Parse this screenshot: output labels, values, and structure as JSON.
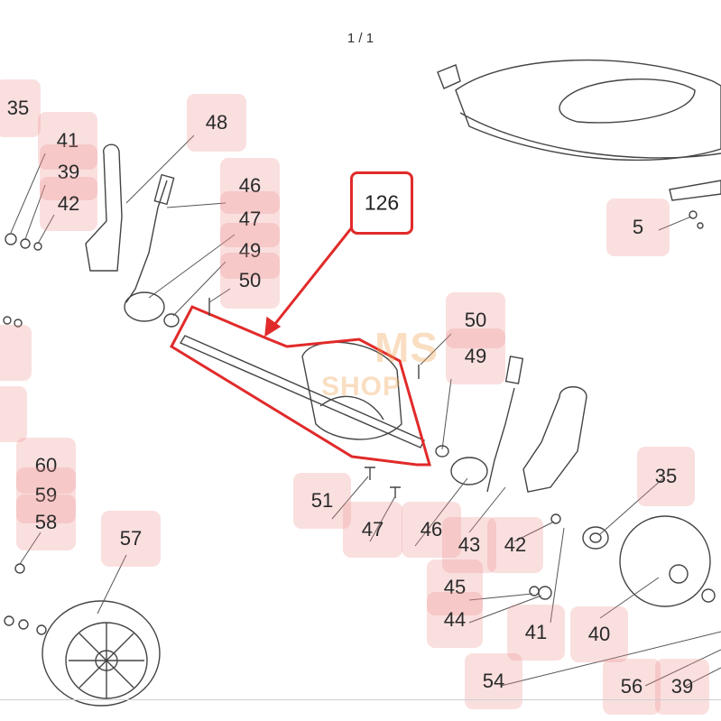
{
  "page_counter": "1 / 1",
  "watermark": "MS SHOP",
  "highlighted_part": "126",
  "part_labels": [
    "35",
    "41",
    "39",
    "42",
    "48",
    "46",
    "47",
    "49",
    "50",
    "60",
    "59",
    "58",
    "57",
    "51",
    "47",
    "46",
    "43",
    "42",
    "35",
    "45",
    "44",
    "41",
    "40",
    "54",
    "56",
    "39",
    "5",
    "50",
    "49"
  ],
  "colors": {
    "accent": "#e12a2a",
    "callout_fill": "#f5c6c6",
    "line": "#444444"
  }
}
